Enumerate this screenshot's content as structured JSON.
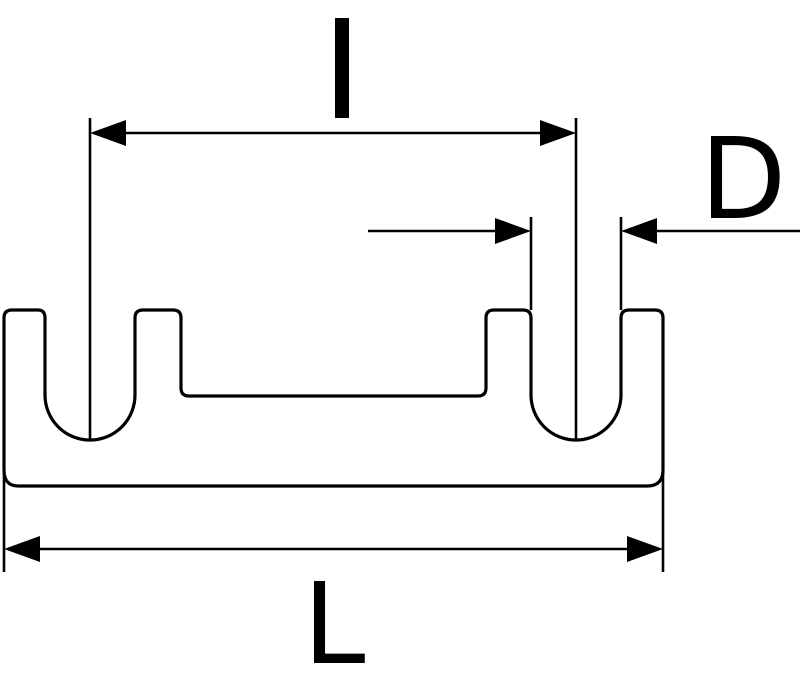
{
  "labels": {
    "pin_spacing": "l",
    "pin_diameter": "D",
    "overall_length": "L"
  },
  "colors": {
    "stroke": "#000000",
    "background": "#ffffff"
  }
}
